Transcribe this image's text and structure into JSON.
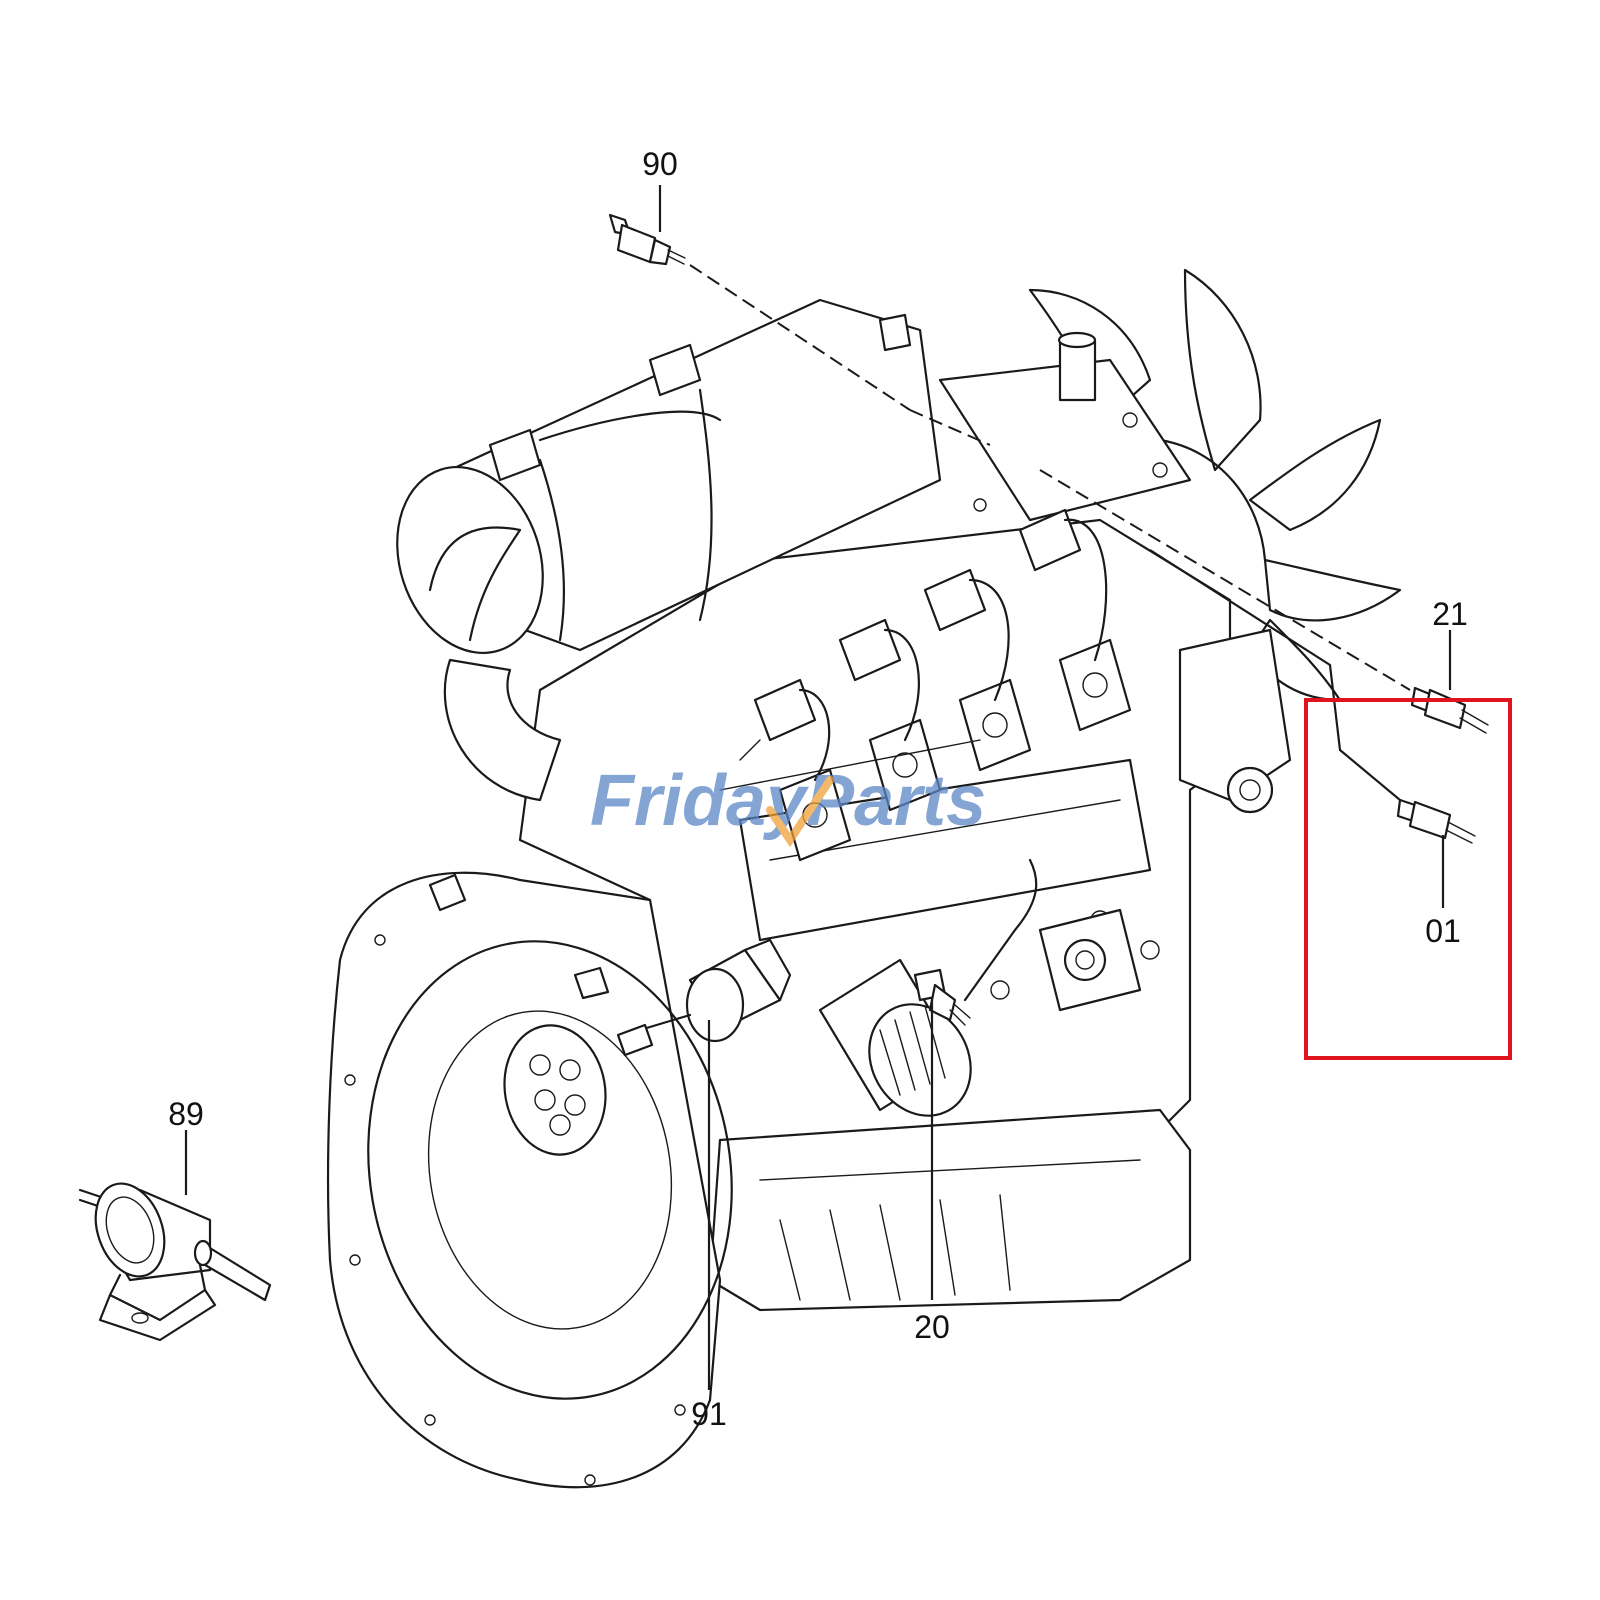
{
  "callouts": {
    "c90": "90",
    "c21": "21",
    "c01": "01",
    "c89": "89",
    "c20": "20",
    "c91": "91"
  },
  "watermark": {
    "part1": "Friday",
    "part2": "Parts",
    "color_blue": "#5b86c6",
    "color_orange": "#f0a23a"
  },
  "highlight_color": "#e0141e"
}
